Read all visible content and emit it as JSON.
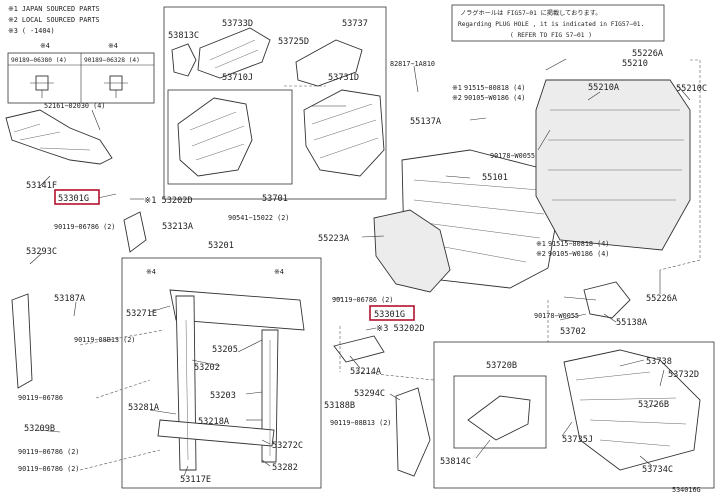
{
  "legend": {
    "line1": "※1 JAPAN SOURCED PARTS",
    "line2": "※2 LOCAL SOURCED PARTS",
    "line3": "※3 (      -1404)"
  },
  "note": {
    "line1": "ノラグホールは FIG57−01 に掲載しております。",
    "line2": "Regarding PLUG HOLE , it is indicated in FIG57−01.",
    "line3": "( REFER TO FIG 57−01 )"
  },
  "markers": {
    "star1": "※1",
    "star2": "※2",
    "star3": "※3",
    "star4": "※4"
  },
  "fastener_box": {
    "left_code": "90189−06380 (4)",
    "right_code": "90189−06328 (4)",
    "left_mark": "※4",
    "right_mark": "※4"
  },
  "labels": {
    "p53733D": "53733D",
    "p53737": "53737",
    "p53813C": "53813C",
    "p53725D": "53725D",
    "p53710J": "53710J",
    "p53731D": "53731D",
    "p52161": "52161−02030 (4)",
    "p82817": "82817−1A810",
    "p91515a": "91515−80818 (4)",
    "p90105a": "90105−W0186 (4)",
    "p55137A": "55137A",
    "p55226Atop": "55226A",
    "p55210": "55210",
    "p55210A": "55210A",
    "p55210C": "55210C",
    "p53141F": "53141F",
    "p53301Ga": "53301G",
    "p53202Da": "※1 53202D",
    "p53701": "53701",
    "p90178a": "90178−W0055",
    "p55101": "55101",
    "p90119a": "90119−06786 (2)",
    "p53213A": "53213A",
    "p90541": "90541−15022 (2)",
    "p55223A": "55223A",
    "p53293C": "53293C",
    "p53201": "53201",
    "p91515b": "91515−80818 (4)",
    "p90105b": "90105−W0186 (4)",
    "p53187A": "53187A",
    "p53271E": "53271E",
    "p90119b": "90119−06786 (2)",
    "p53301Gb": "53301G",
    "p53202Db": "※3 53202D",
    "p55226Abot": "55226A",
    "p90119c": "90119−08B13 (2)",
    "p53205": "53205",
    "p90178b": "90178−W0055",
    "p55138A": "55138A",
    "p53702": "53702",
    "p53202": "53202",
    "p53214A": "53214A",
    "p90119d": "90119−06786",
    "p53720B": "53720B",
    "p53738": "53738",
    "p53732D": "53732D",
    "p53203": "53203",
    "p53294C": "53294C",
    "p53188B": "53188B",
    "p53281A": "53281A",
    "p53218A": "53218A",
    "p53209B": "53209B",
    "p90119e": "90119−08B13 (2)",
    "p53726B": "53726B",
    "p53272C": "53272C",
    "p90119f": "90119−06786 (2)",
    "p53735J": "53735J",
    "p53282": "53282",
    "p53117E": "53117E",
    "p53814C": "53814C",
    "p53734C": "53734C",
    "footer": "534016G"
  }
}
